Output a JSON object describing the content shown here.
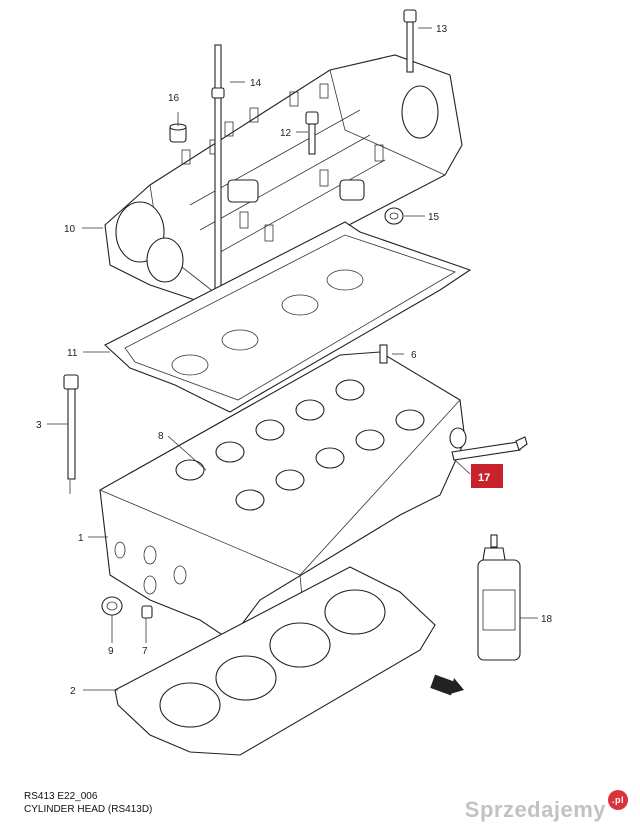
{
  "callouts": {
    "c1": "1",
    "c2": "2",
    "c3": "3",
    "c6": "6",
    "c7": "7",
    "c8": "8",
    "c9": "9",
    "c10": "10",
    "c11": "11",
    "c12": "12",
    "c13": "13",
    "c14": "14",
    "c15": "15",
    "c16": "16",
    "c17": "17",
    "c18": "18"
  },
  "caption": {
    "line1": "RS413 E22_006",
    "line2": "CYLINDER HEAD (RS413D)"
  },
  "watermark": {
    "text": "Sprzedajemy",
    "badge": ".pl"
  },
  "colors": {
    "highlight_box": "#c8232c",
    "line": "#333333"
  }
}
